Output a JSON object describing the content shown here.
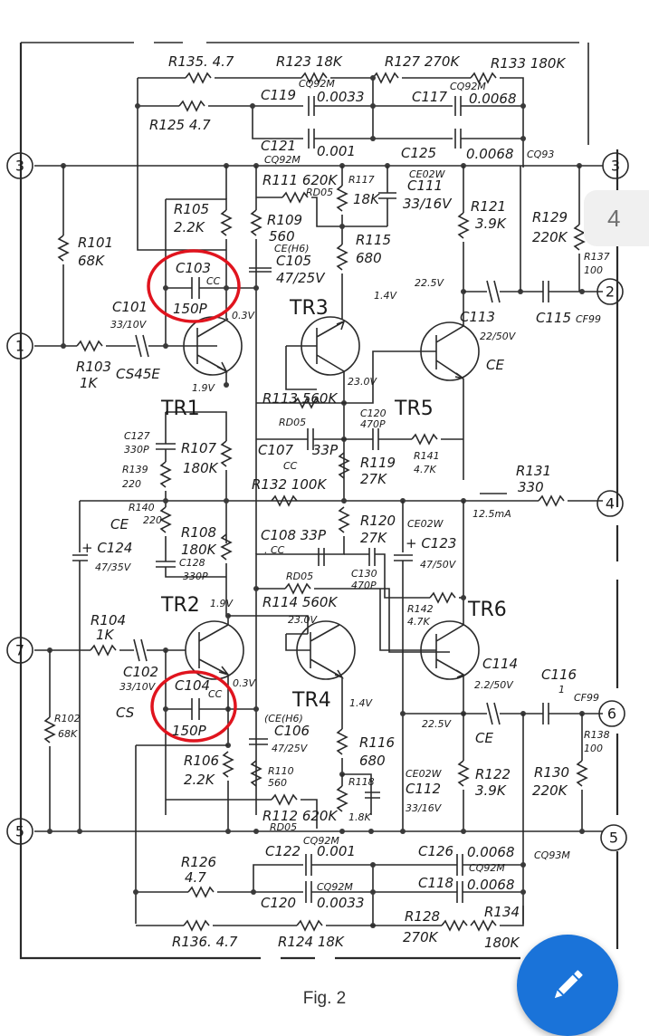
{
  "document": {
    "caption": "Fig. 2",
    "page_indicator": "4"
  },
  "fab": {
    "icon": "pencil-icon",
    "label": "Edit",
    "color": "#1a73d9"
  },
  "highlight": {
    "color": "#e0141e",
    "circled_components": [
      "C103",
      "C104"
    ]
  },
  "terminals": {
    "t1": "1",
    "t2": "2",
    "t3": "3",
    "t3b": "3",
    "t4": "4",
    "t5": "5",
    "t5b": "5",
    "t6": "6",
    "t7": "7"
  },
  "transistors": {
    "TR1": "TR1",
    "TR2": "TR2",
    "TR3": "TR3",
    "TR4": "TR4",
    "TR5": "TR5",
    "TR6": "TR6"
  },
  "labels": {
    "R135": "R135. 4.7",
    "R123": "R123  18K",
    "R127": "R127 270K",
    "R133": "R133 180K",
    "C119": "C119",
    "C119_type": "CQ92M",
    "C119_val": "0.0033",
    "C117": "C117",
    "C117_type": "CQ92M",
    "C117_val": "0.0068",
    "R125": "R125  4.7",
    "C121": "C121",
    "C121_type": "CQ92M",
    "C121_val": "0.001",
    "C125": "C125",
    "C125_val": "0.0068",
    "C125_type": "CQ93",
    "R111": "R111 620K",
    "R111_note": "RD05",
    "R117": "R117",
    "R117_val": "18K",
    "C111": "C111",
    "C111_type": "CE02W",
    "C111_val": "33/16V",
    "R121": "R121",
    "R121_val": "3.9K",
    "R129": "R129",
    "R129_val": "220K",
    "R137": "R137",
    "R137_val": "100",
    "R105": "R105",
    "R105_val": "2.2K",
    "R109": "R109",
    "R109_val": "560",
    "C105_type": "CE(H6)",
    "C105": "C105",
    "C105_val": "47/25V",
    "R115": "R115",
    "R115_val": "680",
    "R101": "R101",
    "R101_val": "68K",
    "C103": "C103",
    "C103_type": "CC",
    "C103_val": "150P",
    "C101": "C101",
    "C101_val": "33/10V",
    "R103": "R103",
    "R103_val": "1K",
    "C101_type": "CS45E",
    "v_tr1_e": "0.3V",
    "v_tr1_c": "1.9V",
    "v_tr3_e": "1.4V",
    "v_tr5": "22.5V",
    "v_tr3_c": "23.0V",
    "C113": "C113",
    "C113_val": "22/50V",
    "C113_type": "CE",
    "C115": "C115",
    "C115_type": "CF99",
    "R113": "R113  560K",
    "R113_note": "RD05",
    "C120": "C120",
    "C120_val": "470P",
    "C107": "C107",
    "C107_val": "33P",
    "C107_type": "CC",
    "R119": "R119",
    "R119_val": "27K",
    "R141": "R141",
    "R141_val": "4.7K",
    "C127": "C127",
    "C127_val": "330P",
    "R107": "R107",
    "R107_val": "180K",
    "R139": "R139",
    "R139_val": "220",
    "R132": "R132 100K",
    "R131": "R131",
    "R131_val": "330",
    "current": "12.5mA",
    "R140": "R140",
    "R140_val": "220",
    "C124_type": "CE",
    "C124": "+ C124",
    "C124_val": "47/35V",
    "R108": "R108",
    "R108_val": "180K",
    "C128": "C128",
    "C128_val": "330P",
    "C108": "C108 33P",
    "C108_type": ". CC",
    "R120": "R120",
    "R120_val": "27K",
    "C123_type": "CE02W",
    "C123": "+ C123",
    "C123_val": "47/50V",
    "R114_note": "RD05",
    "C130": "C130",
    "C130_val": "470P",
    "R114": "R114  560K",
    "R142": "R142",
    "R142_val": "4.7K",
    "v_tr2_c": "1.9V",
    "v_tr4_c": "23.0V",
    "R104": "R104",
    "R104_val": "1K",
    "C102": "C102",
    "C102_val": "33/10V",
    "C102_type": "CS",
    "C104": "C104",
    "C104_type": "CC",
    "C104_val": "150P",
    "v_tr2_e": "0.3V",
    "C106_type": "(CE(H6)",
    "C106": "C106",
    "C106_val": "47/25V",
    "v_tr4_e": "1.4V",
    "R102": "R102",
    "R102_val": "68K",
    "R106": "R106",
    "R106_val": "2.2K",
    "R110": "R110",
    "R110_val": "560",
    "R116": "R116",
    "R116_val": "680",
    "R118": "R118",
    "R118_val": "1.8K",
    "C112_type": "CE02W",
    "C112": "C112",
    "C112_val": "33/16V",
    "C114": "C114",
    "C114_val": "2.2/50V",
    "C114_type": "CE",
    "C116": "C116",
    "C116_val": "1",
    "C116_type": "CF99",
    "R138": "R138",
    "R138_val": "100",
    "v_tr6": "22.5V",
    "R122": "R122",
    "R122_val": "3.9K",
    "R130": "R130",
    "R130_val": "220K",
    "R112": "R112 620K",
    "R112_note": "RD05",
    "C122": "C122",
    "C122_type": "CQ92M",
    "C122_val": "0.001",
    "C126": "C126",
    "C126_val": "0.0068",
    "C126_type": "CQ93M",
    "R126": "R126",
    "R126_val": "4.7",
    "C118_type": "CQ92M",
    "C118": "C118",
    "C118_val": "0.0068",
    "C120b_type": "CQ92M",
    "C120b": "C120",
    "C120b_val": "0.0033",
    "R128": "R128",
    "R128_val": "270K",
    "R134": "R134",
    "R134_val": "180K",
    "R136": "R136. 4.7",
    "R124": "R124  18K"
  }
}
